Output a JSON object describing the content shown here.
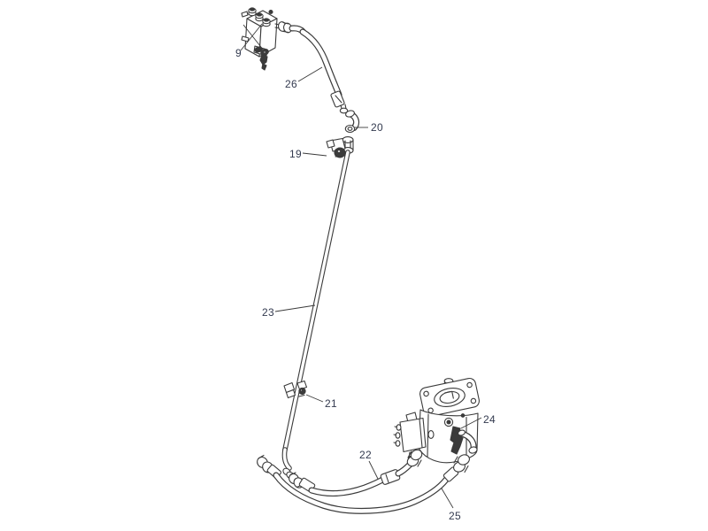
{
  "figure": {
    "background_color": "#ffffff",
    "line_color": "#3b3b3b",
    "label_color": "#333a4f",
    "callouts": [
      {
        "number": "9"
      },
      {
        "number": "26"
      },
      {
        "number": "20"
      },
      {
        "number": "19"
      },
      {
        "number": "23"
      },
      {
        "number": "21"
      },
      {
        "number": "22"
      },
      {
        "number": "24"
      },
      {
        "number": "25"
      }
    ]
  }
}
